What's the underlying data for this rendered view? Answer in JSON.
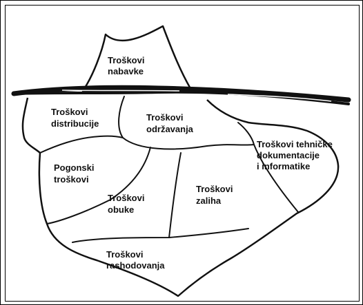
{
  "regions": {
    "nabavke": [
      "Troškovi",
      "nabavke"
    ],
    "distribucije": [
      "Troškovi",
      "distribucije"
    ],
    "odrzavanja": [
      "Troškovi",
      "održavanja"
    ],
    "tehnicke": [
      "Troškovi tehničke",
      "dokumentacije",
      "i informatike"
    ],
    "pogonski": [
      "Pogonski",
      "troškovi"
    ],
    "obuke": [
      "Troškovi",
      "obuke"
    ],
    "zaliha": [
      "Troškovi",
      "zaliha"
    ],
    "rashodovanja": [
      "Troškovi",
      "rashodovanja"
    ]
  },
  "colors": {
    "line": "#111111",
    "background": "#ffffff"
  }
}
